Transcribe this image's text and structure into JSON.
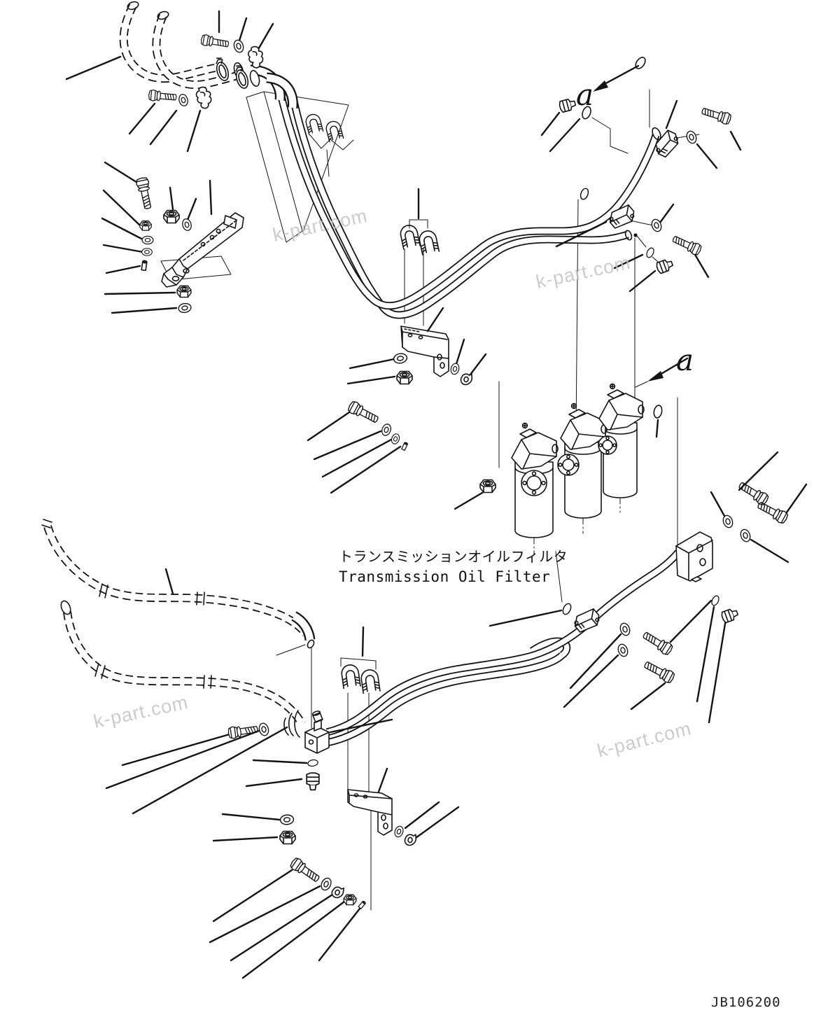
{
  "diagram": {
    "labels": {
      "filter_ja": "トランスミッションオイルフィルタ",
      "filter_en": "Transmission Oil Filter"
    },
    "view_markers": [
      {
        "label": "a"
      },
      {
        "label": "a"
      }
    ],
    "drawing_number": "JB106200",
    "watermark_text": "k-part.com",
    "colors": {
      "line": "#141414",
      "watermark": "#c3c3c3",
      "background": "#ffffff"
    }
  }
}
